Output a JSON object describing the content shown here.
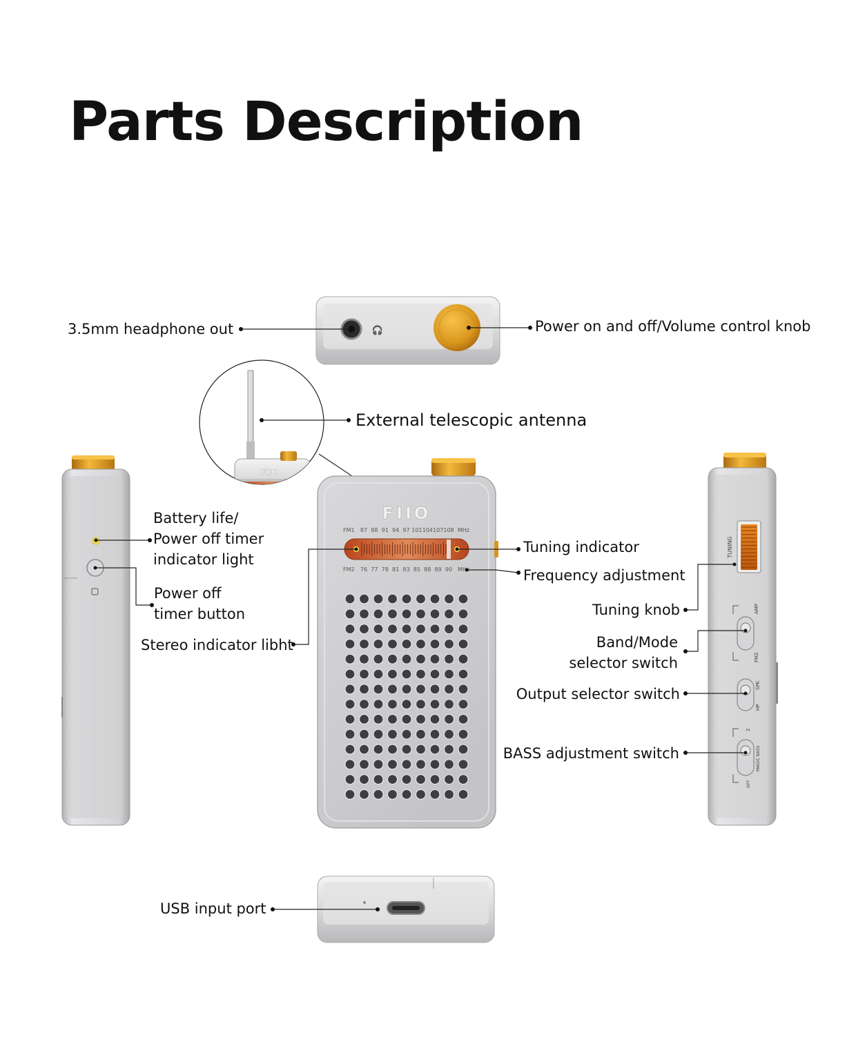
{
  "title": "Parts Description",
  "brand_logo": "FIIO",
  "labels": {
    "headphone_out": "3.5mm headphone out",
    "power_volume_knob": "Power on and off/Volume control knob",
    "antenna": "External telescopic antenna",
    "battery_line1": "Battery life/",
    "battery_line2": "Power off timer",
    "battery_line3": "indicator light",
    "timer_line1": "Power off",
    "timer_line2": "timer button",
    "stereo": "Stereo indicator libht",
    "tuning_indicator": "Tuning indicator",
    "frequency": "Frequency adjustment",
    "tuning_knob": "Tuning knob",
    "band_line1": "Band/Mode",
    "band_line2": "selector switch",
    "output_switch": "Output selector switch",
    "bass_switch": "BASS adjustment switch",
    "usb": "USB input port"
  },
  "dial": {
    "fm1_label": "FM1",
    "fm1_ticks": [
      "87",
      "88",
      "91",
      "94",
      "97",
      "101",
      "104",
      "107",
      "108"
    ],
    "fm2_label": "FM2",
    "fm2_ticks": [
      "76",
      "77",
      "78",
      "81",
      "83",
      "85",
      "88",
      "89",
      "90"
    ],
    "unit": "MHz"
  },
  "side_markings": {
    "tuning": "TUNING",
    "amp": "AMP",
    "fm2": "FM2",
    "spk": "SPK",
    "hp": "HP",
    "bass_level": "2",
    "magic_bass": "MAGIC BASS",
    "off": "OFF"
  },
  "colors": {
    "metal_light": "#e9e9ea",
    "metal_mid": "#c8c8ca",
    "metal_dark": "#9a9a9c",
    "knob_gold": "#e0a020",
    "knob_dark": "#a86a10",
    "dial_orange": "#c85a2a",
    "indicator_yellow": "#f5e04a"
  }
}
